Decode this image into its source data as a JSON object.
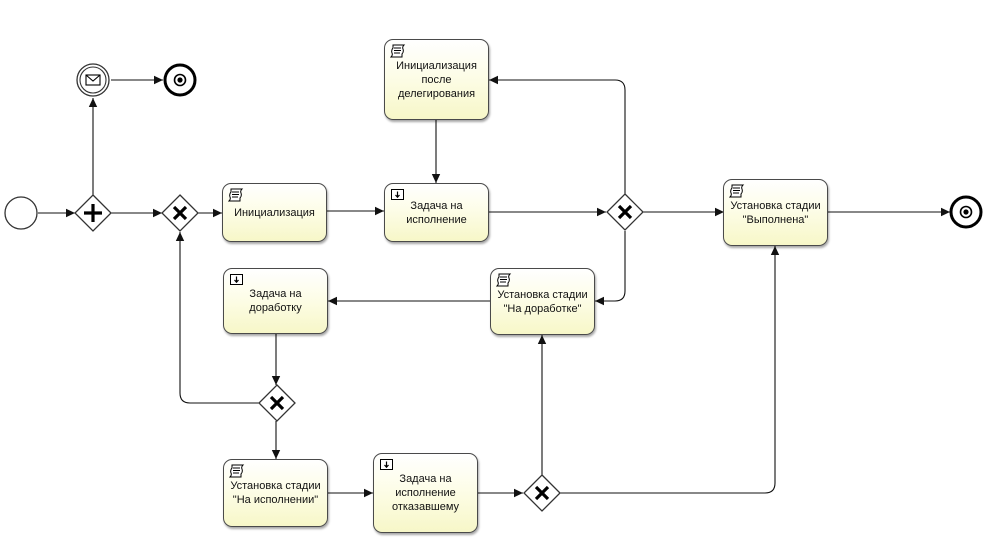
{
  "diagram": {
    "tasks": {
      "init": "Инициализация",
      "init_after_delegation": "Инициализация после делегирования",
      "task_execute": "Задача на исполнение",
      "set_stage_done": "Установка стадии \"Выполнена\"",
      "set_stage_rework": "Установка стадии \"На доработке\"",
      "task_rework": "Задача на доработку",
      "set_stage_in_progress": "Установка стадии \"На исполнении\"",
      "task_execute_refused": "Задача на исполнение отказавшему"
    },
    "task_types": {
      "script": "script-icon",
      "user": "user-task-icon"
    },
    "colors": {
      "task_fill_top": "#ffffff",
      "task_fill_bottom": "#f7f7c8",
      "stroke": "#111111"
    }
  }
}
